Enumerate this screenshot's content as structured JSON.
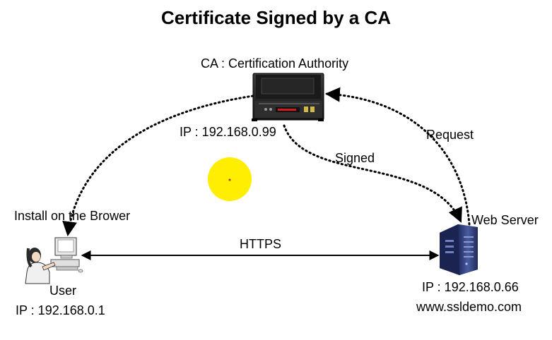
{
  "title": "Certificate Signed by a CA",
  "nodes": {
    "ca": {
      "name": "CA : Certification Authority",
      "ip": "IP : 192.168.0.99"
    },
    "user": {
      "name": "User",
      "ip": "IP : 192.168.0.1"
    },
    "server": {
      "name": "Web Server",
      "ip": "IP : 192.168.0.66",
      "domain": "www.ssldemo.com"
    }
  },
  "edges": {
    "request": "Request",
    "signed": "Signed",
    "install": "Install on the Brower",
    "https": "HTTPS"
  },
  "colors": {
    "highlight": "#ffee00",
    "arrow": "#000000",
    "device_dark": "#2b2b2b",
    "server_blue": "#3a4a8a"
  }
}
